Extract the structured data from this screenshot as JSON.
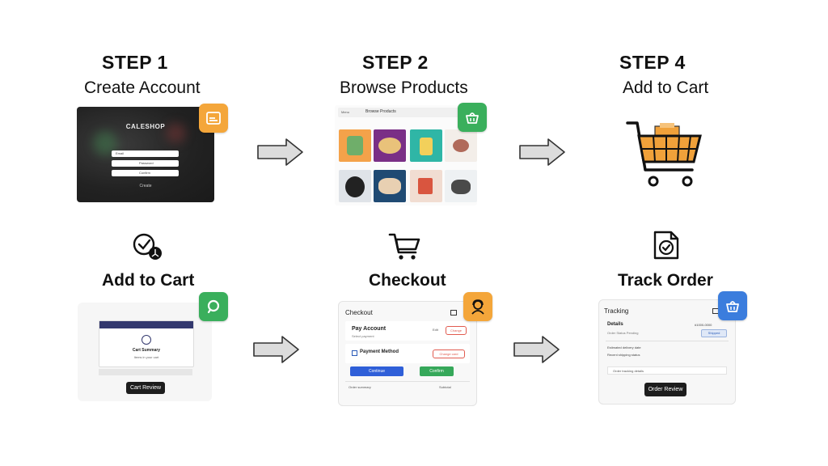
{
  "steps": [
    {
      "step_label": "STEP 1",
      "title": "Create Account"
    },
    {
      "step_label": "STEP 2",
      "title": "Browse Products"
    },
    {
      "step_label": "STEP 4",
      "title": "Add to Cart"
    },
    {
      "title": "Add to Cart"
    },
    {
      "title": "Checkout"
    },
    {
      "title": "Track Order"
    }
  ],
  "account_screen": {
    "brand": "CALESHOP",
    "field_1": "Email",
    "field_2": "Password",
    "field_3": "Confirm",
    "link": "Create"
  },
  "browse_screen": {
    "header": "Browse Products",
    "menu": "Menu"
  },
  "cart_screen": {
    "line_1": "Cart Summary",
    "line_2": "Items in your cart",
    "button": "Cart Review"
  },
  "checkout_screen": {
    "header": "Checkout",
    "pay_title": "Pay Account",
    "pay_sub": "Select payment",
    "edit": "Edit",
    "edit_btn": "Change",
    "method": "Payment Method",
    "method_btn": "Change card",
    "primary_btn": "Continue",
    "secondary_btn": "Confirm",
    "footer_left": "Order summary",
    "footer_right": "Subtotal"
  },
  "tracking_screen": {
    "header": "Tracking",
    "title": "Details",
    "order_no": "#1000-0000",
    "sub": "Order Status Pending",
    "status_btn": "Shipped",
    "row_1": "Estimated delivery date",
    "row_2": "Recent shipping status",
    "input": "Order tracking details",
    "button": "Order Review"
  },
  "colors": {
    "orange": "#f4a63a",
    "green": "#3aaf5c",
    "blue": "#3b7ddd",
    "dark_screen": "#2a2a2a",
    "arrow_fill": "#dcdcdc",
    "arrow_stroke": "#333333"
  }
}
